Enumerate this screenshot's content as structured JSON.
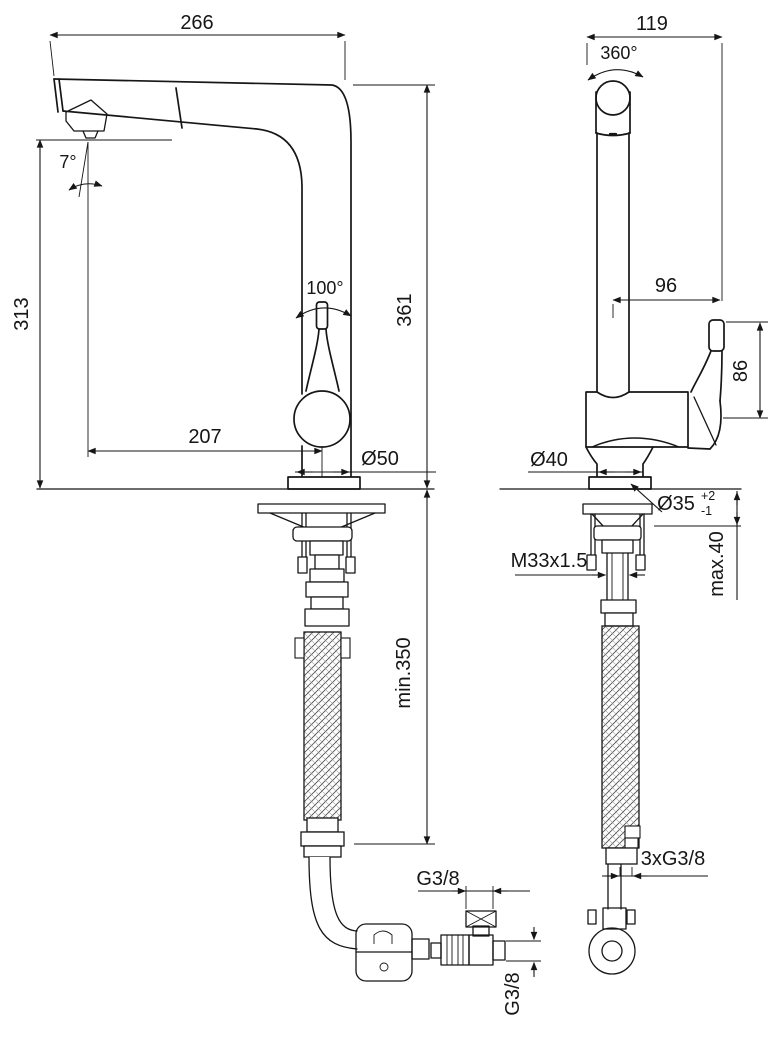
{
  "drawing": {
    "colors": {
      "line": "#161616",
      "background": "#ffffff"
    },
    "labels": {
      "dim266": "266",
      "dim119": "119",
      "rot360": "360°",
      "angle7": "7°",
      "dim313": "313",
      "angle100": "100°",
      "dim361": "361",
      "dim207": "207",
      "dia50": "Ø50",
      "dim96": "96",
      "dim86": "86",
      "dia40": "Ø40",
      "dia35": "Ø35",
      "dia35TolPlus": "+2",
      "dia35TolMinus": "-1",
      "max40": "max.40",
      "m33Thread": "M33x1.5",
      "min350": "min.350",
      "g38Inlet": "G3/8",
      "g38Side": "G3/8",
      "g38Triple": "3xG3/8"
    }
  }
}
